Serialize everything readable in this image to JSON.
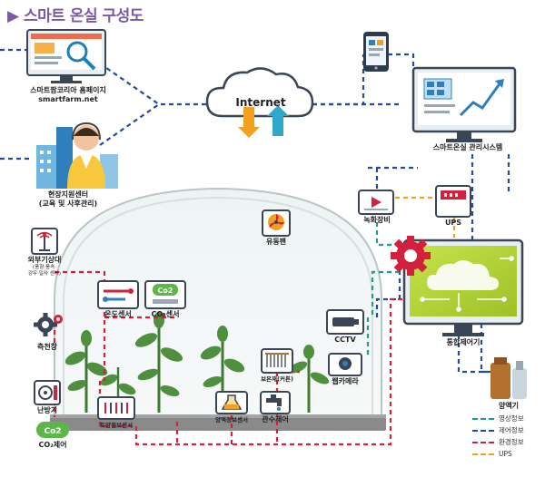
{
  "title": "▶ 스마트 온실 구성도",
  "nodes": {
    "homepage": {
      "label1": "스마트팜코리아 홈페이지",
      "label2": "smartfarm.net",
      "icon": "monitor-search-icon"
    },
    "site_center": {
      "label1": "현장지원센터",
      "label2": "(교육 및 사후관리)",
      "icon": "support-agent-icon"
    },
    "internet": {
      "label": "Internet",
      "icon": "cloud-icon"
    },
    "mobile": {
      "icon": "smartphone-icon"
    },
    "management": {
      "label": "스마트온실 관리시스템",
      "icon": "chart-monitor-icon"
    },
    "recorder": {
      "label": "녹화장비",
      "icon": "video-recorder-icon"
    },
    "ups": {
      "label": "UPS",
      "icon": "ups-icon"
    },
    "integrated": {
      "label": "통합제어기",
      "icon": "integrated-controller-icon"
    },
    "fertilizer": {
      "label": "양액기",
      "icon": "fertigation-tank-icon"
    },
    "fan": {
      "label": "유동팬",
      "icon": "fan-icon"
    },
    "weather": {
      "label": "외부기상대",
      "sub": "(풍향·풍속·\n강우·일사 센서)",
      "icon": "weather-mast-icon"
    },
    "temp_sensor": {
      "label": "온도센서",
      "icon": "thermometer-icon"
    },
    "co2_sensor": {
      "label": "CO₂센서",
      "badge": "Co2",
      "icon": "co2-sensor-icon"
    },
    "side_window": {
      "label": "측천창",
      "icon": "gear-icon"
    },
    "heater": {
      "label": "난방기",
      "icon": "heater-icon"
    },
    "co2_control": {
      "label": "CO₂제어",
      "badge": "Co2",
      "icon": "co2-badge-icon"
    },
    "soil_sensor": {
      "label": "토양정보센서",
      "icon": "soil-probe-icon"
    },
    "nutrient_sensor": {
      "label": "양액정보센서",
      "icon": "flask-icon"
    },
    "irrigation": {
      "label": "관수제어",
      "icon": "faucet-icon"
    },
    "curtain": {
      "label": "보온재(커튼)",
      "icon": "curtain-icon"
    },
    "cctv": {
      "label": "CCTV",
      "icon": "cctv-icon"
    },
    "webcam": {
      "label": "웹카메라",
      "icon": "webcam-icon"
    }
  },
  "legend": [
    {
      "label": "영상정보",
      "color": "#1f9c8c"
    },
    {
      "label": "제어정보",
      "color": "#234b9a"
    },
    {
      "label": "환경정보",
      "color": "#d3203d"
    },
    {
      "label": "UPS",
      "color": "#f2a11e"
    }
  ],
  "colors": {
    "video": "#1f9c8c",
    "control": "#234b9a",
    "env": "#d3203d",
    "ups": "#f2a11e",
    "title": "#7b59a8"
  }
}
